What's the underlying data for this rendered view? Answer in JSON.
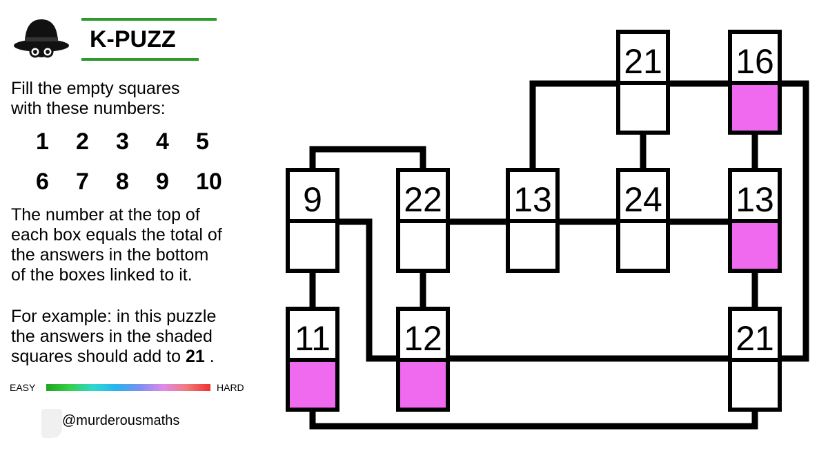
{
  "logo": {
    "title": "K-PUZZ",
    "icon": "hat-and-glasses-icon"
  },
  "instructions": {
    "line1": "Fill the empty squares",
    "line2": "with these numbers:",
    "numbers_row1": [
      "1",
      "2",
      "3",
      "4",
      "5"
    ],
    "numbers_row2": [
      "6",
      "7",
      "8",
      "9",
      "10"
    ],
    "rule1": "The number at the top of",
    "rule2": "each box equals the total of",
    "rule3": "the answers in the bottom",
    "rule4": "of the boxes linked to it.",
    "ex1": "For example: in this puzzle",
    "ex2": "the answers in the shaded",
    "ex3": "squares should add to",
    "ex_value": "21",
    "ex_end": "."
  },
  "difficulty": {
    "easy": "EASY",
    "hard": "HARD"
  },
  "handle": "@murderousmaths",
  "colors": {
    "shade": "#f06af0",
    "brand_green": "#2e9a2e"
  },
  "boxes": [
    {
      "id": "b21-top",
      "top": "21",
      "shaded": false
    },
    {
      "id": "b16",
      "top": "16",
      "shaded": true
    },
    {
      "id": "b9",
      "top": "9",
      "shaded": false
    },
    {
      "id": "b22",
      "top": "22",
      "shaded": false
    },
    {
      "id": "b13-mid",
      "top": "13",
      "shaded": false
    },
    {
      "id": "b24",
      "top": "24",
      "shaded": false
    },
    {
      "id": "b13-right",
      "top": "13",
      "shaded": true
    },
    {
      "id": "b11",
      "top": "11",
      "shaded": true
    },
    {
      "id": "b12",
      "top": "12",
      "shaded": true
    },
    {
      "id": "b21-bottom",
      "top": "21",
      "shaded": false
    }
  ]
}
